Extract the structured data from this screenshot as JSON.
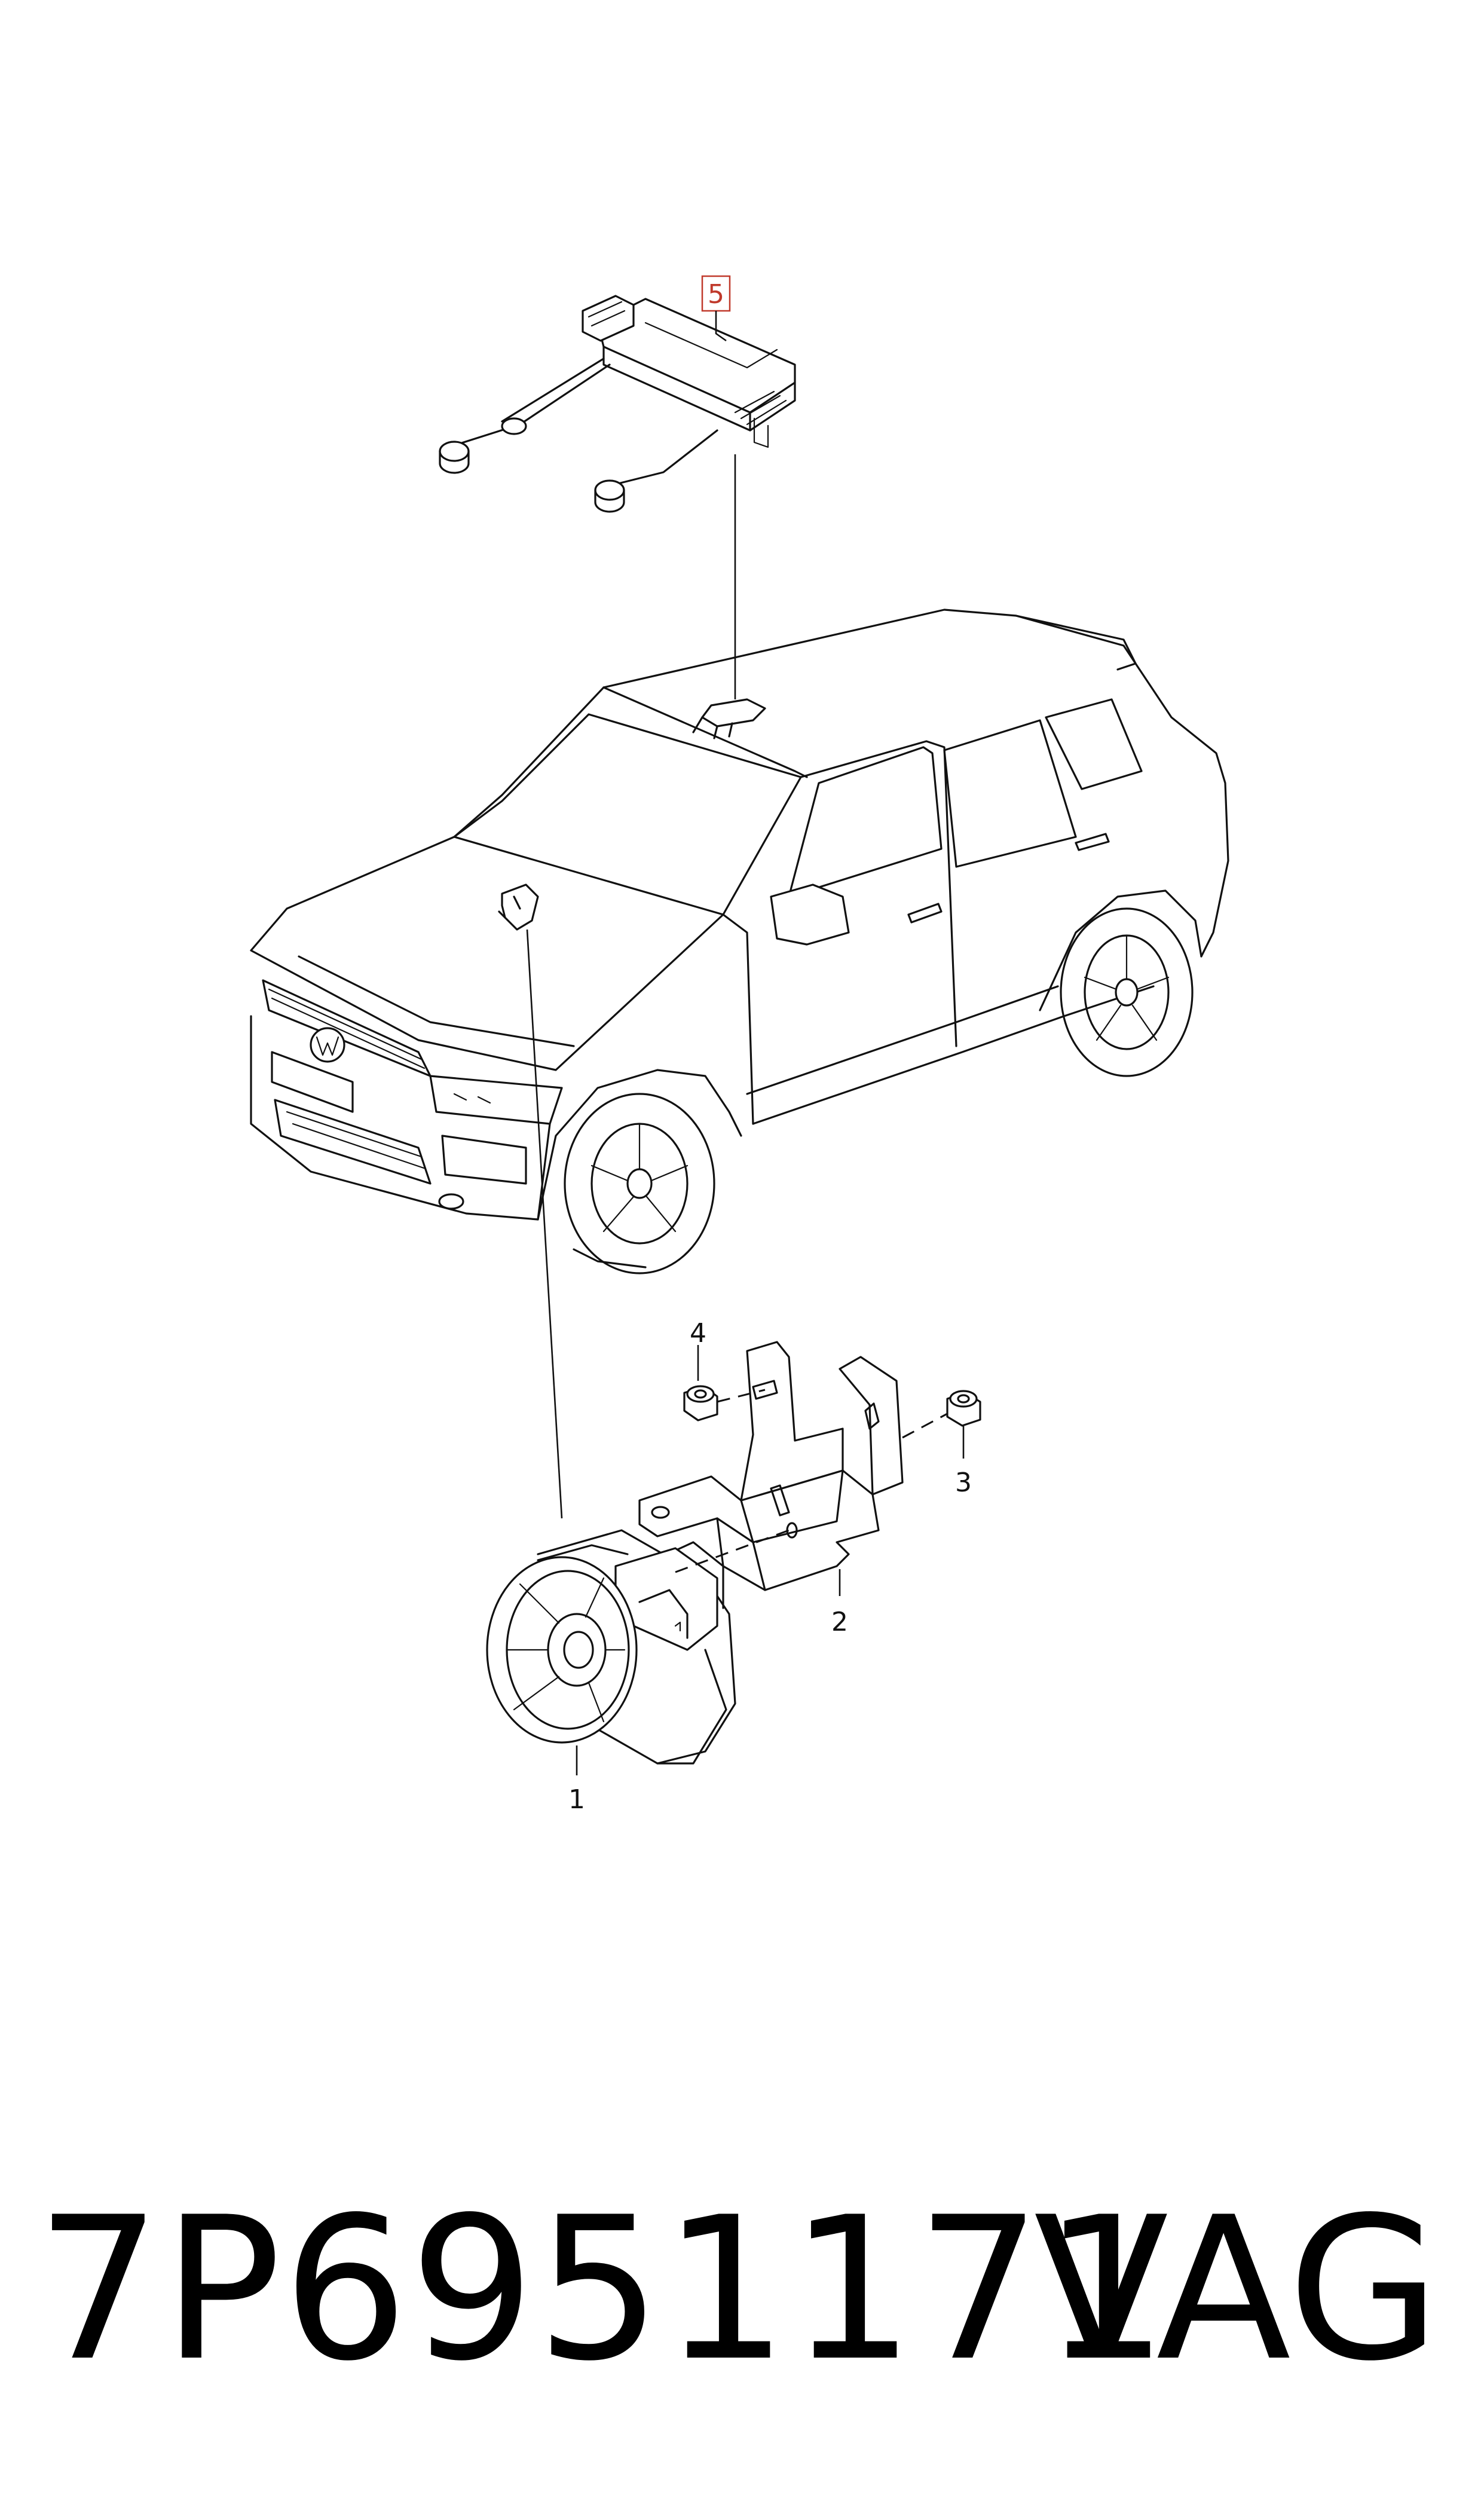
{
  "diagram": {
    "callouts": [
      {
        "id": "1",
        "label": "1"
      },
      {
        "id": "2",
        "label": "2"
      },
      {
        "id": "3",
        "label": "3"
      },
      {
        "id": "4",
        "label": "4"
      },
      {
        "id": "5",
        "label": "5",
        "highlighted": true
      }
    ],
    "highlight_color": "#c0392b"
  },
  "footer": {
    "part_number": "7P6951171",
    "brand": "VAG"
  }
}
